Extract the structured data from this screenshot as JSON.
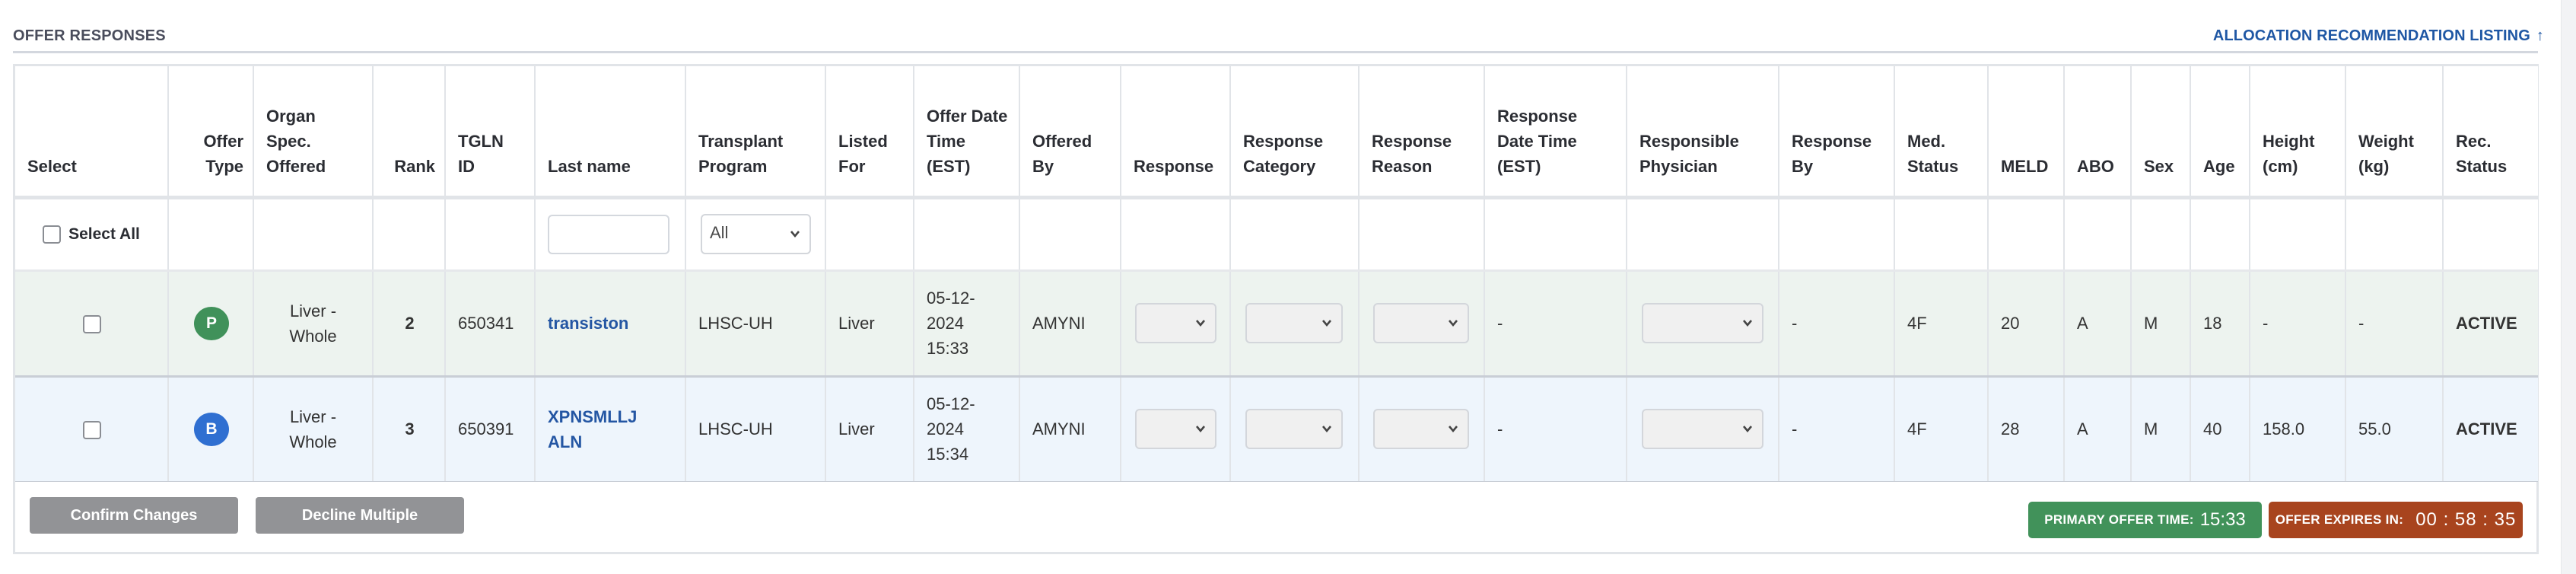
{
  "section": {
    "title": "OFFER RESPONSES",
    "allocation_link": "ALLOCATION RECOMMENDATION LISTING",
    "allocation_link_icon": "arrow-up-icon"
  },
  "columns": [
    "Select",
    "Offer Type",
    "Organ Spec. Offered",
    "Rank",
    "TGLN ID",
    "Last name",
    "Transplant Program",
    "Listed For",
    "Offer Date Time (EST)",
    "Offered By",
    "Response",
    "Response Category",
    "Response Reason",
    "Response Date Time (EST)",
    "Responsible Physician",
    "Response By",
    "Med. Status",
    "MELD",
    "ABO",
    "Sex",
    "Age",
    "Height (cm)",
    "Weight (kg)",
    "Rec. Status"
  ],
  "filters": {
    "select_all_label": "Select All",
    "last_name_value": "",
    "transplant_program_value": "All"
  },
  "rows": [
    {
      "offer_type": "P",
      "offer_type_color": "#40915a",
      "organ": "Liver - Whole",
      "rank": "2",
      "tgln_id": "650341",
      "last_name": "transiston",
      "transplant_program": "LHSC-UH",
      "listed_for": "Liver",
      "offer_date_time": "05-12-2024 15:33",
      "offered_by": "AMYNI",
      "response": "",
      "response_category": "",
      "response_reason": "",
      "response_date_time": "-",
      "responsible_physician": "",
      "response_by": "-",
      "med_status": "4F",
      "meld": "20",
      "abo": "A",
      "sex": "M",
      "age": "18",
      "height": "-",
      "weight": "-",
      "rec_status": "ACTIVE"
    },
    {
      "offer_type": "B",
      "offer_type_color": "#2f6fd1",
      "organ": "Liver - Whole",
      "rank": "3",
      "tgln_id": "650391",
      "last_name": "XPNSMLLJ ALN",
      "transplant_program": "LHSC-UH",
      "listed_for": "Liver",
      "offer_date_time": "05-12-2024 15:34",
      "offered_by": "AMYNI",
      "response": "",
      "response_category": "",
      "response_reason": "",
      "response_date_time": "-",
      "responsible_physician": "",
      "response_by": "-",
      "med_status": "4F",
      "meld": "28",
      "abo": "A",
      "sex": "M",
      "age": "40",
      "height": "158.0",
      "weight": "55.0",
      "rec_status": "ACTIVE"
    }
  ],
  "footer": {
    "confirm_label": "Confirm Changes",
    "decline_label": "Decline Multiple",
    "primary_offer_label": "PRIMARY OFFER TIME:",
    "primary_offer_time": "15:33",
    "expires_label": "OFFER EXPIRES IN:",
    "expires_value": "00 : 58 : 35"
  },
  "colors": {
    "primary_row_bg": "#edf3ef",
    "backup_row_bg": "#eef5fc",
    "link": "#2a5ca8",
    "primary_tag": "#41925a",
    "expires_tag": "#a8441e",
    "button_gray": "#929396"
  }
}
